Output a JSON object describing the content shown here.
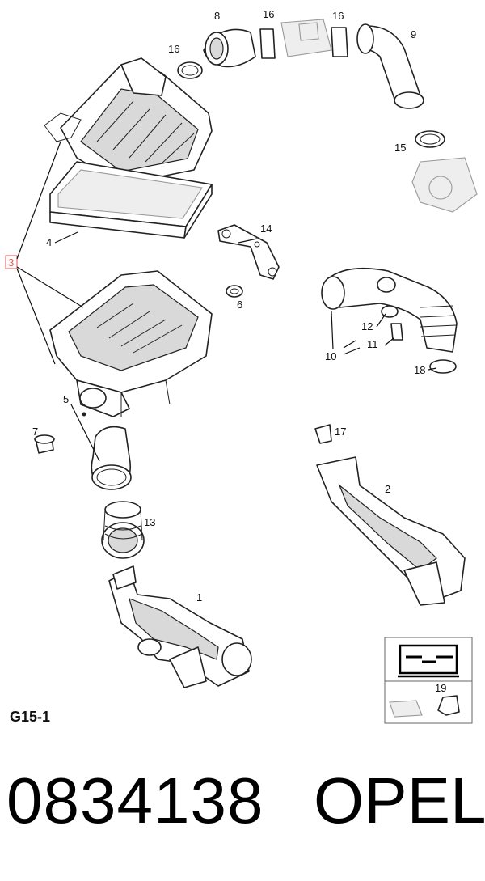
{
  "callouts": {
    "c1": "1",
    "c2": "2",
    "c3": "3",
    "c4": "4",
    "c5": "5",
    "c6": "6",
    "c7": "7",
    "c8": "8",
    "c9": "9",
    "c10": "10",
    "c11": "11",
    "c12": "12",
    "c13": "13",
    "c14": "14",
    "c15": "15",
    "c16a": "16",
    "c16b": "16",
    "c16c": "16",
    "c17": "17",
    "c18": "18",
    "c19": "19"
  },
  "group_code": "G15-1",
  "part_number": "0834138",
  "brand": "OPEL",
  "colors": {
    "highlight": "#e05050",
    "line": "#222222",
    "shade": "#d9d9d9"
  }
}
